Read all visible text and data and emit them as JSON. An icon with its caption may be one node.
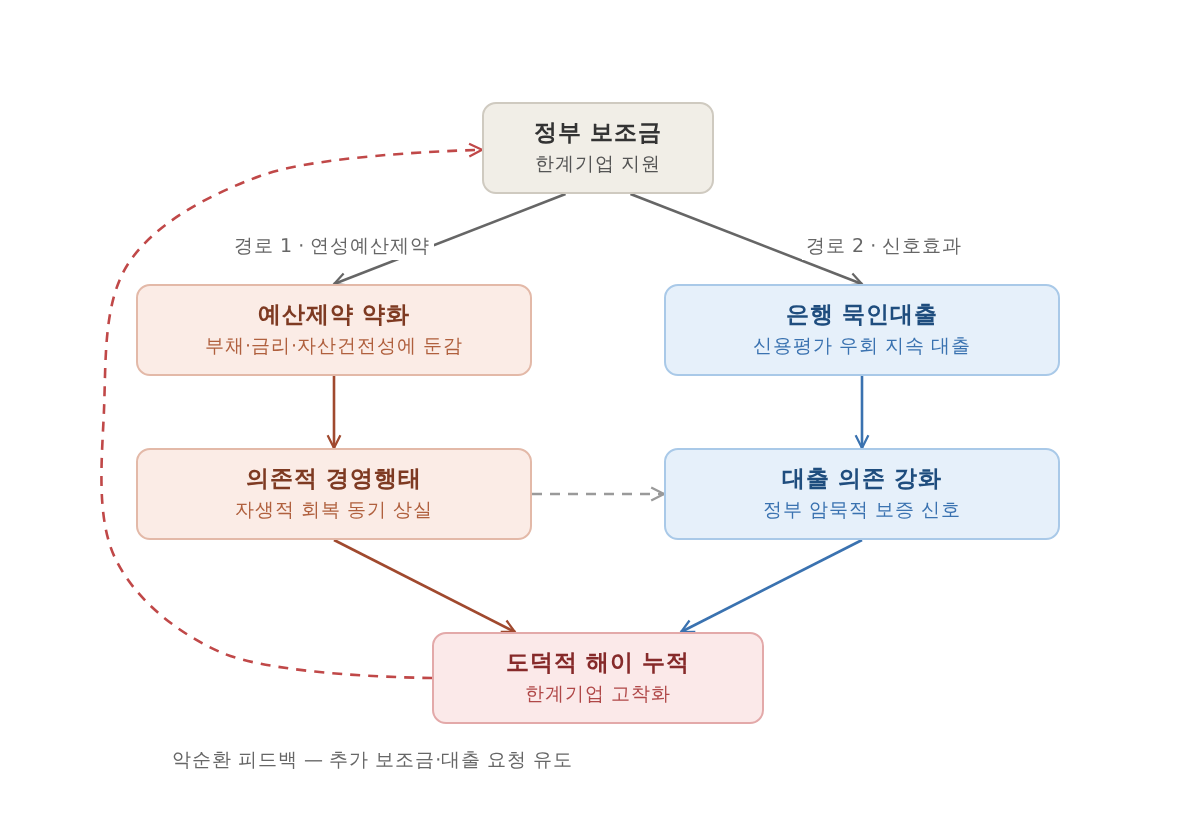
{
  "diagram": {
    "caption": "악순환 피드백 — 추가 보조금·대출 요청 유도",
    "nodes": [
      {
        "text": [
          "정부 보조금",
          "한계기업 지원"
        ]
      },
      {
        "text": [
          "예산제약 약화",
          "부채·금리·자산건전성에 둔감"
        ]
      },
      {
        "text": [
          "은행 묵인대출",
          "신용평가 우회 지속 대출"
        ]
      },
      {
        "text": [
          "의존적 경영행태",
          "자생적 회복 동기 상실"
        ]
      },
      {
        "text": [
          "대출 의존 강화",
          "정부 암묵적 보증 신호"
        ]
      },
      {
        "text": [
          "도덕적 해이 누적",
          "한계기업 고착화"
        ]
      }
    ],
    "edges": [
      {
        "from": 0,
        "to": 1,
        "arrow": "to",
        "label": "경로 1 · 연성예산제약"
      },
      {
        "from": 0,
        "to": 2,
        "arrow": "to",
        "label": "경로 2 · 신호효과"
      },
      {
        "from": 1,
        "to": 3,
        "arrow": "to",
        "color": "#a0492e"
      },
      {
        "from": 2,
        "to": 4,
        "arrow": "to",
        "color": "#3a72b0"
      },
      {
        "from": 3,
        "to": 4,
        "arrow": "to",
        "style": "dashed",
        "color": "#9a9a9a"
      },
      {
        "from": 3,
        "to": 5,
        "arrow": "to",
        "color": "#a0492e"
      },
      {
        "from": 4,
        "to": 5,
        "arrow": "to",
        "color": "#3a72b0"
      },
      {
        "from": 5,
        "to": 0,
        "arrow": "to",
        "style": "dashed",
        "color": "#c04848"
      }
    ]
  }
}
